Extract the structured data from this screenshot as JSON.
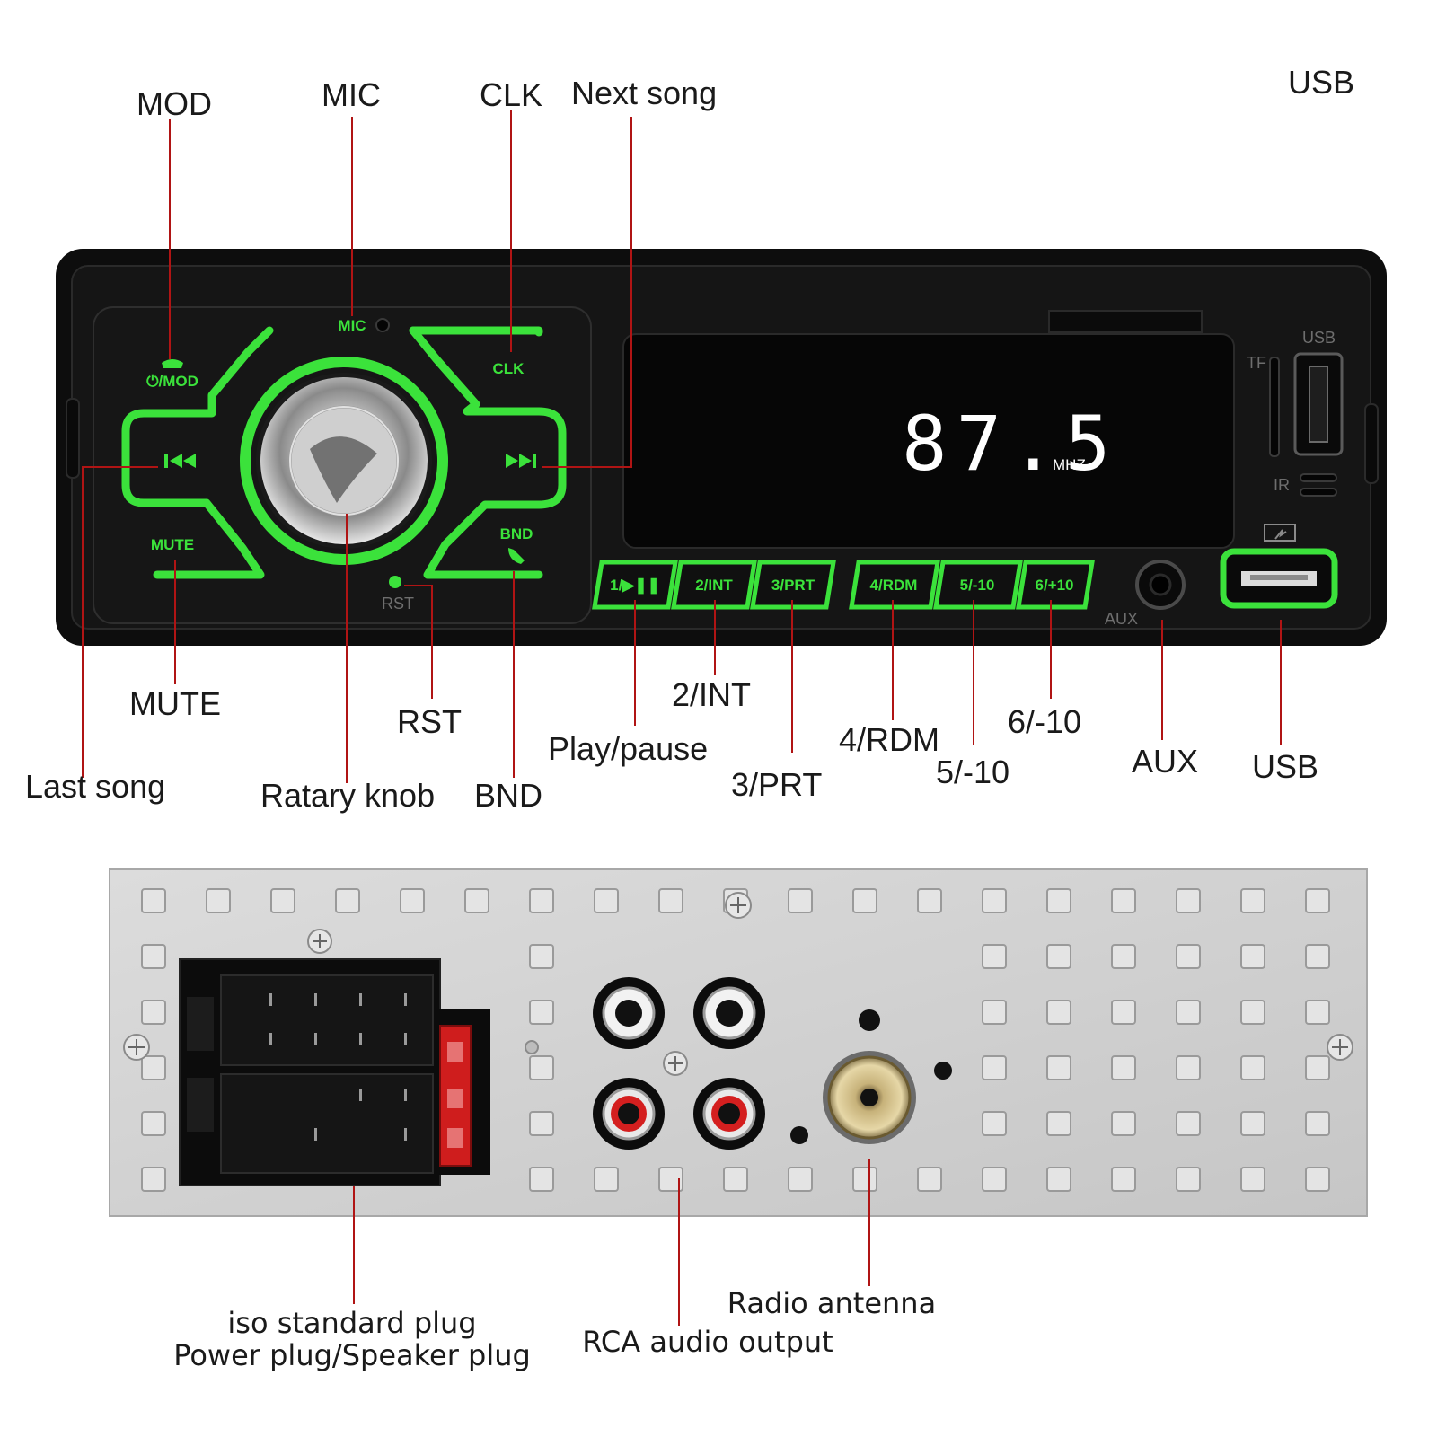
{
  "front_labels": {
    "mod": "MOD",
    "mic": "MIC",
    "clk": "CLK",
    "next_song": "Next song",
    "usb_top": "USB",
    "mute": "MUTE",
    "rst": "RST",
    "two_int": "2/INT",
    "play_pause": "Play/pause",
    "four_rdm": "4/RDM",
    "six": "6/-10",
    "aux": "AUX",
    "usb": "USB",
    "last_song": "Last song",
    "rotary_knob": "Ratary knob",
    "bnd": "BND",
    "three_prt": "3/PRT",
    "five": "5/-10"
  },
  "panel": {
    "mod_button": "⏻/MOD",
    "mic_text": "MIC",
    "clk_button": "CLK",
    "mute_button": "MUTE",
    "bnd_button": "BND",
    "rst_text": "RST",
    "tf_text": "TF",
    "usb_text": "USB",
    "ir_text": "IR",
    "aux_text": "AUX",
    "frequency": "87.5",
    "unit": "MHZ",
    "preset_buttons": [
      "1/▶❚❚",
      "2/INT",
      "3/PRT",
      "4/RDM",
      "5/-10",
      "6/+10"
    ]
  },
  "rear_labels": {
    "iso_line1": "iso standard plug",
    "iso_line2": "Power plug/Speaker plug",
    "rca": "RCA audio output",
    "antenna": "Radio antenna"
  },
  "colors": {
    "accent_green": "#3be23b",
    "leader_red": "#b01414",
    "body_black": "#111111",
    "rear_panel": "#d4d4d4"
  },
  "icons": [
    "previous-track-icon",
    "next-track-icon",
    "phone-hangup-icon",
    "phone-answer-icon",
    "usb-charge-icon"
  ]
}
